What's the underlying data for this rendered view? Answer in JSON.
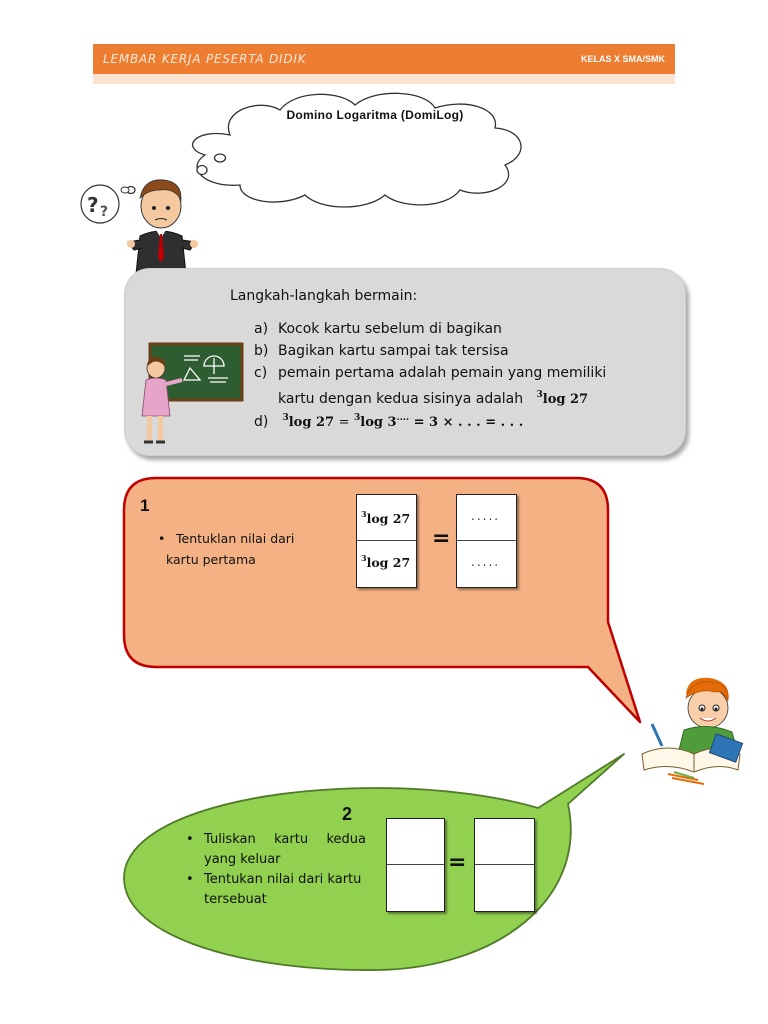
{
  "header": {
    "left_title": "LEMBAR KERJA PESERTA DIDIK",
    "right_title": "KELAS X SMA/SMK"
  },
  "cloud": {
    "title": "Domino Logaritma (DomiLog)"
  },
  "steps": {
    "title": "Langkah-langkah bermain:",
    "items": [
      {
        "label": "a)",
        "text": "Kocok kartu sebelum di bagikan"
      },
      {
        "label": "b)",
        "text": "Bagikan kartu sampai tak tersisa"
      },
      {
        "label": "c)",
        "text": "pemain pertama adalah pemain yang memiliki",
        "text2": "kartu dengan kedua sisinya adalah",
        "math_base": "3",
        "math_body": "log 27"
      },
      {
        "label": "d)",
        "math1_base": "3",
        "math1_body": "log 27",
        "eq1": "=",
        "math2_base": "3",
        "math2_body": "log 3",
        "math2_exp": "....",
        "rest": "= 3  × . . . = . . ."
      }
    ]
  },
  "box1": {
    "number": "1",
    "task_line1": "Tentuklan nilai dari",
    "task_line2": "kartu pertama",
    "card_top_base": "3",
    "card_top_body": "log 27",
    "card_bot_base": "3",
    "card_bot_body": "log 27",
    "equals": "=",
    "answer_top": ".....",
    "answer_bot": "....."
  },
  "box2": {
    "number": "2",
    "task1_line1": "Tuliskan kartu kedua",
    "task1_line2": "yang keluar",
    "task2_line1": "Tentukan nilai dari kartu",
    "task2_line2": "tersebuat",
    "equals": "="
  },
  "icons": {
    "question": "?"
  },
  "colors": {
    "header": "#ed7d31",
    "steps_bg": "#d9d9d9",
    "box1_bg": "#f4b183",
    "box1_border": "#c00000",
    "box2_bg": "#92d050"
  }
}
